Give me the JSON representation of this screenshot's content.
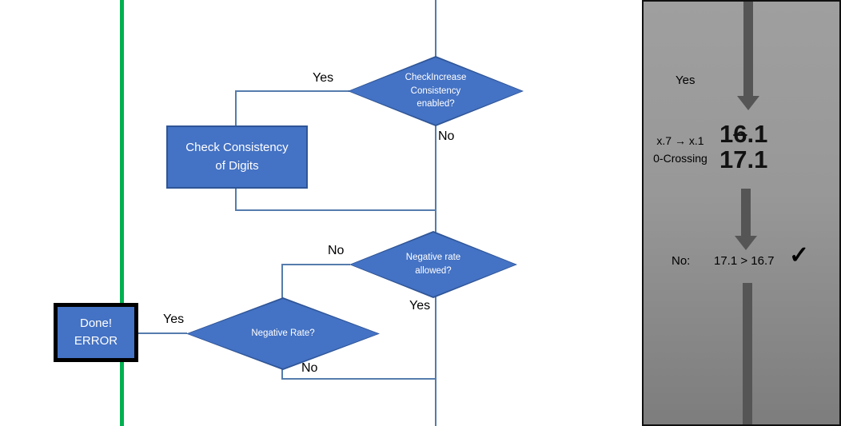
{
  "colors": {
    "shape_fill": "#4472C4",
    "shape_border": "#2F5597",
    "connector_line": "#557CAD",
    "green_line": "#00B050",
    "arrow_gray": "#555555",
    "panel_gray_top": "#9F9F9F",
    "panel_gray_bottom": "#7D7D7D"
  },
  "flowchart": {
    "labels": {
      "yes": "Yes",
      "no": "No"
    },
    "nodes": {
      "check_increase": {
        "l1": "CheckIncrease",
        "l2": "Consistency",
        "l3": "enabled?"
      },
      "check_consistency": {
        "l1": "Check Consistency",
        "l2": "of Digits"
      },
      "negative_rate_allowed": {
        "l1": "Negative rate",
        "l2": "allowed?"
      },
      "negative_rate": {
        "l1": "Negative Rate?"
      },
      "done_error": {
        "l1": "Done!",
        "l2": "ERROR"
      }
    }
  },
  "panel": {
    "yes_label": "Yes",
    "conversion": {
      "l1": "x.7 → x.1",
      "l2": "0-Crossing"
    },
    "old_value": {
      "pre": "1",
      "struck": "6",
      "post": ".1"
    },
    "new_value": "17.1",
    "result": {
      "label": "No:",
      "comparison": "17.1 > 16.7",
      "checkmark": "✓"
    }
  }
}
